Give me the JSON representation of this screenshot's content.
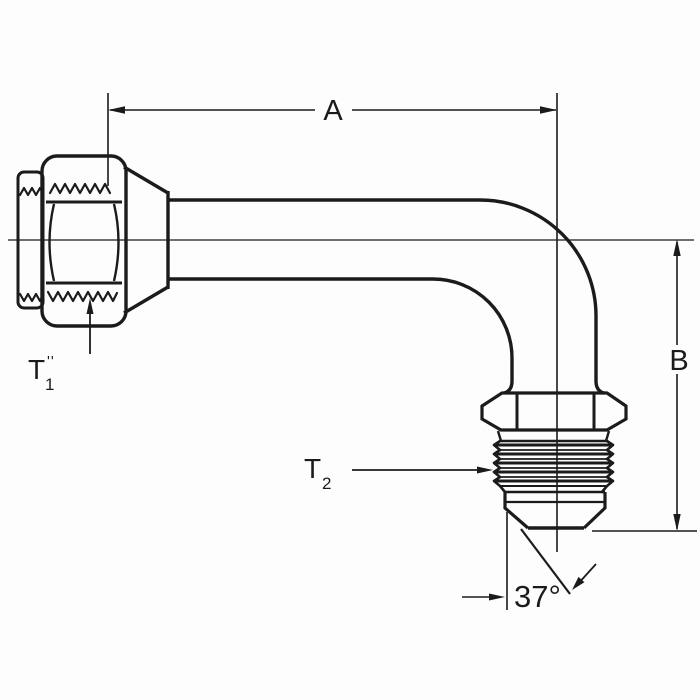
{
  "drawing": {
    "background": "#fdfdfd",
    "ink": "#1b1b1b",
    "annotations": {
      "dim_a": {
        "label": "A"
      },
      "dim_b": {
        "label": "B"
      },
      "t1": {
        "label": "T",
        "subscript": "1",
        "marks": "''"
      },
      "t2": {
        "label": "T",
        "subscript": "2"
      },
      "flare_angle": {
        "label": "37°"
      }
    }
  }
}
